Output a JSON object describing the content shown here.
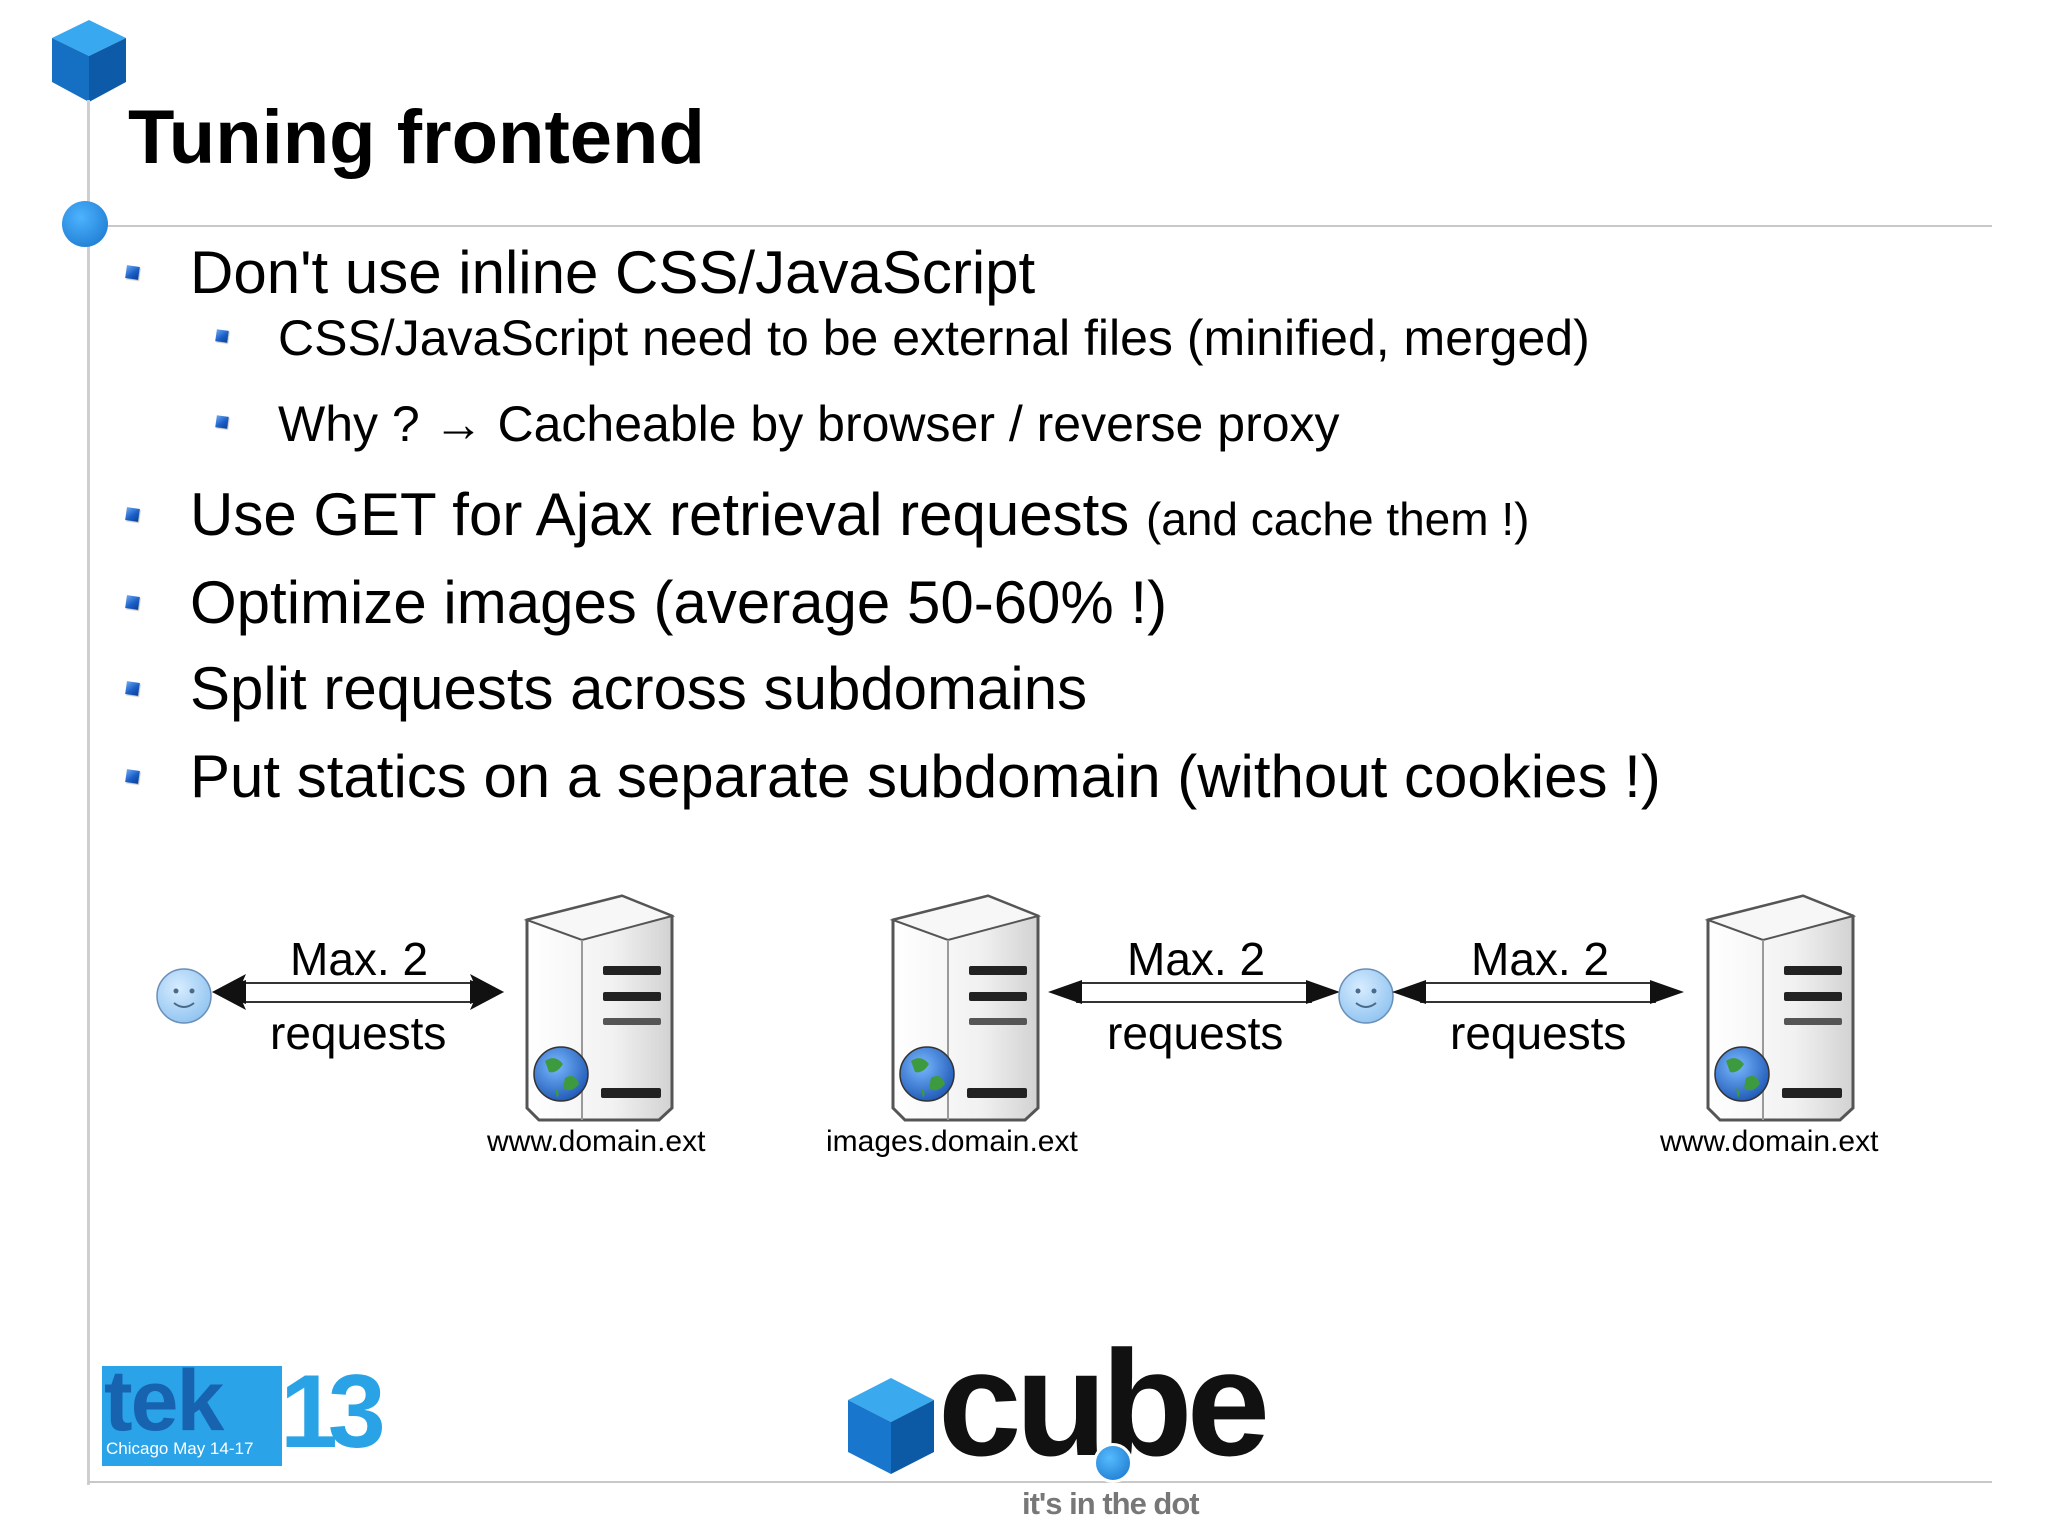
{
  "slide": {
    "title": "Tuning frontend",
    "bullets": {
      "b1": "Don't use inline CSS/JavaScript",
      "b1_sub1": "CSS/JavaScript need to be external files (minified, merged)",
      "b1_sub2": "Why ? → Cacheable by browser / reverse proxy",
      "b2": "Use GET for Ajax retrieval requests",
      "b2_note": "(and cache them !)",
      "b3": "Optimize images (average 50-60% !)",
      "b4": "Split requests across subdomains",
      "b5": "Put statics on a separate subdomain (without cookies !)"
    }
  },
  "diagram": {
    "left": {
      "max_label": "Max. 2",
      "requests_label": "requests",
      "server_host": "www.domain.ext"
    },
    "right": {
      "server1_host": "images.domain.ext",
      "link1_max": "Max. 2",
      "link1_requests": "requests",
      "link2_max": "Max. 2",
      "link2_requests": "requests",
      "server2_host": "www.domain.ext"
    }
  },
  "footer": {
    "event_logo_text": "tek",
    "event_logo_number": "13",
    "event_logo_caption": "Chicago May 14-17",
    "brand_name": "cube",
    "brand_tagline": "it's in the dot"
  },
  "colors": {
    "accent_blue": "#1f7fd6",
    "bullet_blue": "#1a5fc8",
    "rule_gray": "#c8c8c8",
    "logo_blue": "#29a3e6"
  }
}
